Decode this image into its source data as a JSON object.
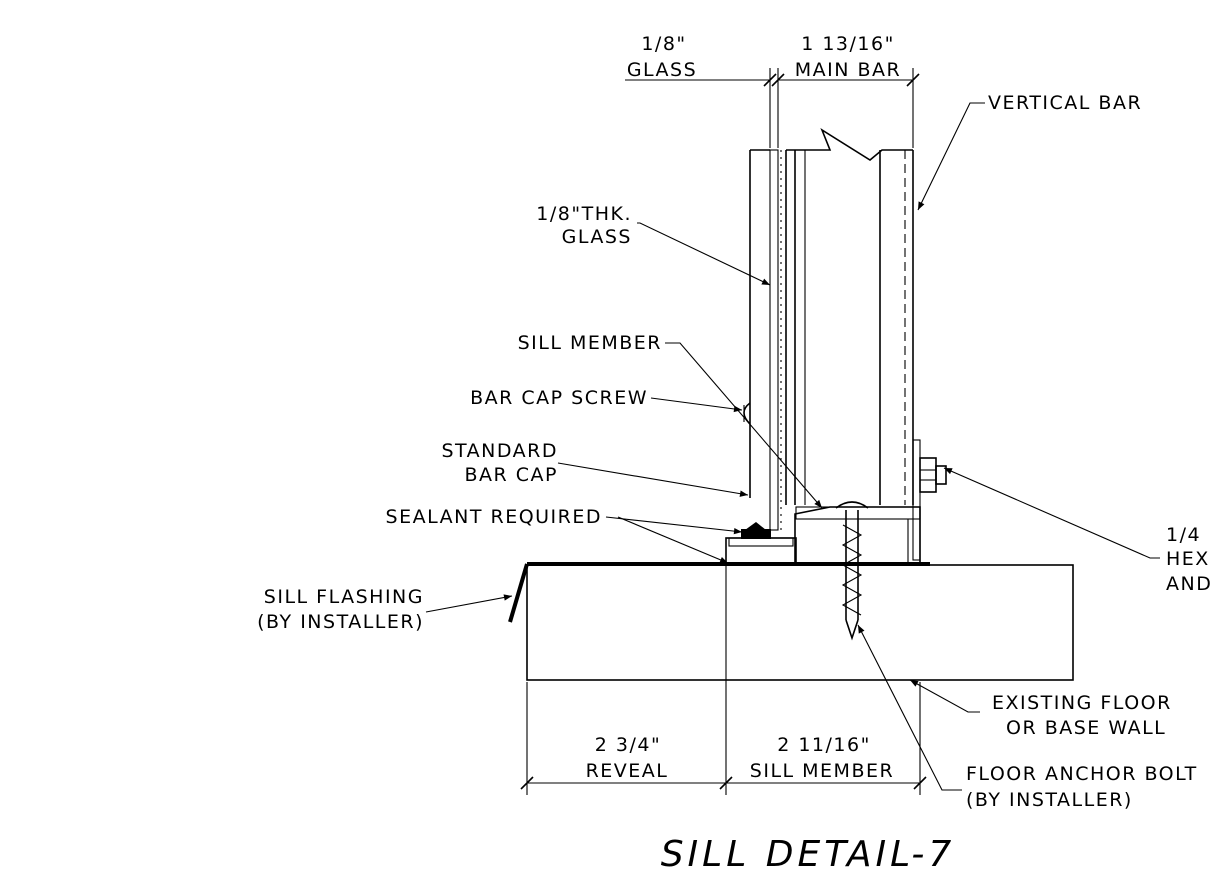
{
  "title": "SILL DETAIL-7",
  "dimensions": {
    "glass_value": "1/8\"",
    "glass_label": "GLASS",
    "main_bar_value": "1 13/16\"",
    "main_bar_label": "MAIN BAR",
    "reveal_value": "2 3/4\"",
    "reveal_label": "REVEAL",
    "sill_member_value": "2 11/16\"",
    "sill_member_label": "SILL MEMBER"
  },
  "callouts": {
    "vertical_bar": "VERTICAL BAR",
    "glass_thk_line1": "1/8\"THK.",
    "glass_thk_line2": "GLASS",
    "sill_member": "SILL MEMBER",
    "bar_cap_screw": "BAR CAP SCREW",
    "standard_bar_cap_line1": "STANDARD",
    "standard_bar_cap_line2": "BAR CAP",
    "sealant_required": "SEALANT REQUIRED",
    "sill_flashing_line1": "SILL FLASHING",
    "sill_flashing_line2": "(BY INSTALLER)",
    "hex_bolt_line1": "1/4",
    "hex_bolt_line2": "HEX",
    "hex_bolt_line3": "AND",
    "existing_floor_line1": "EXISTING FLOOR",
    "existing_floor_line2": "OR BASE WALL",
    "anchor_bolt_line1": "FLOOR ANCHOR BOLT",
    "anchor_bolt_line2": "(BY INSTALLER)"
  }
}
